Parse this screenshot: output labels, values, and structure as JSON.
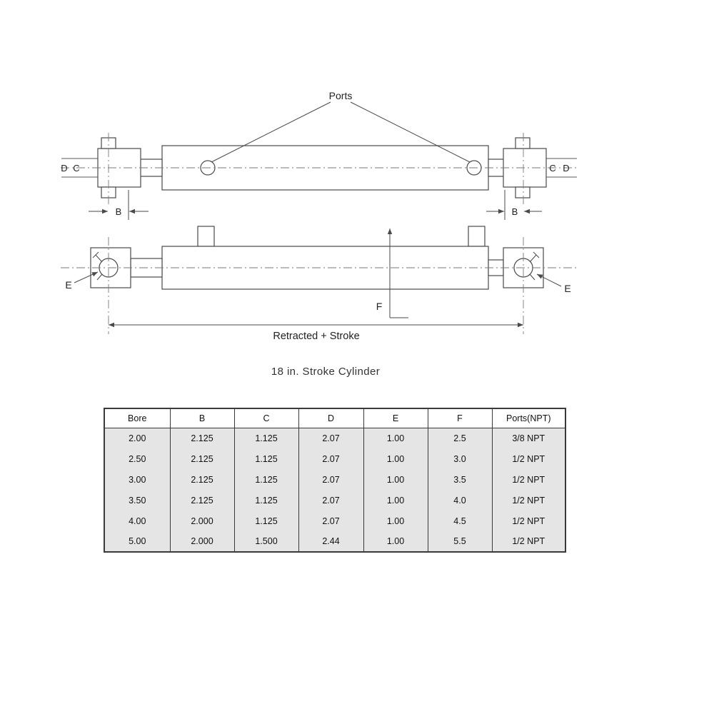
{
  "diagram": {
    "ports_label": "Ports",
    "top_view": {
      "d_left": "D",
      "c_left": "C",
      "c_right": "C",
      "d_right": "D",
      "b_left": "B",
      "b_right": "B"
    },
    "side_view": {
      "e_left": "E",
      "e_right": "E",
      "f_label": "F",
      "length_label": "Retracted + Stroke"
    },
    "caption": "18 in. Stroke Cylinder"
  },
  "table": {
    "headers": [
      "Bore",
      "B",
      "C",
      "D",
      "E",
      "F",
      "Ports(NPT)"
    ],
    "rows": [
      [
        "2.00",
        "2.125",
        "1.125",
        "2.07",
        "1.00",
        "2.5",
        "3/8 NPT"
      ],
      [
        "2.50",
        "2.125",
        "1.125",
        "2.07",
        "1.00",
        "3.0",
        "1/2 NPT"
      ],
      [
        "3.00",
        "2.125",
        "1.125",
        "2.07",
        "1.00",
        "3.5",
        "1/2 NPT"
      ],
      [
        "3.50",
        "2.125",
        "1.125",
        "2.07",
        "1.00",
        "4.0",
        "1/2 NPT"
      ],
      [
        "4.00",
        "2.000",
        "1.125",
        "2.07",
        "1.00",
        "4.5",
        "1/2 NPT"
      ],
      [
        "5.00",
        "2.000",
        "1.500",
        "2.44",
        "1.00",
        "5.5",
        "1/2 NPT"
      ]
    ]
  },
  "colors": {
    "line": "#4a4a4a",
    "centerline": "#7a7a7a",
    "table_border": "#3a3a3a",
    "row_background": "#e5e5e5",
    "header_background": "#ffffff",
    "text": "#111111"
  }
}
